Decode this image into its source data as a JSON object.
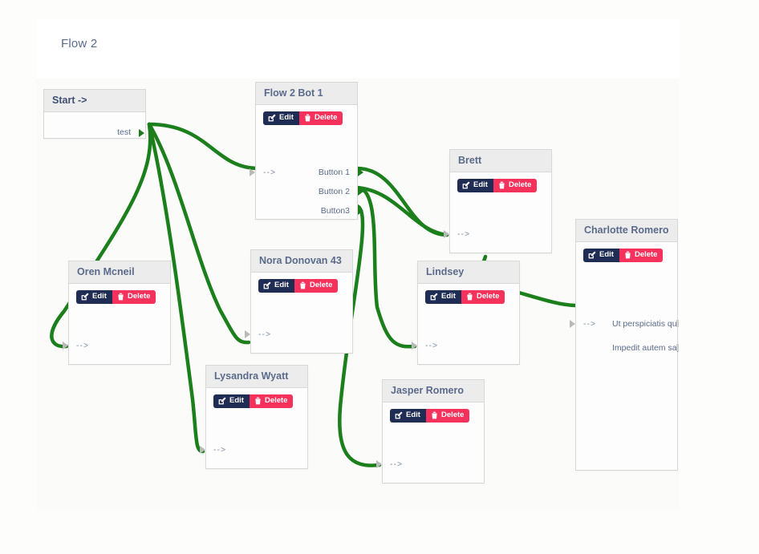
{
  "header": {
    "flow_title": "Flow 2"
  },
  "theme": {
    "edge_color": "#1b7f1b",
    "edit_button_bg": "#1f2d54",
    "delete_button_bg": "#f5325c",
    "node_header_bg": "#ececec",
    "node_title_color": "#5a6b8c",
    "canvas_bg": "#fbfbf9"
  },
  "labels": {
    "edit": "Edit",
    "delete": "Delete",
    "input_arrow": "-->"
  },
  "nodes": [
    {
      "id": "start",
      "title": "Start ->",
      "has_actions": false,
      "inputs": [],
      "outputs": [
        "test"
      ]
    },
    {
      "id": "flow-2-bot-1",
      "title": "Flow 2 Bot 1",
      "has_actions": true,
      "inputs": [
        "-->"
      ],
      "outputs": [
        "Button 1",
        "Button 2",
        "Button3"
      ]
    },
    {
      "id": "oren-mcneil",
      "title": "Oren Mcneil",
      "has_actions": true,
      "inputs": [
        "-->"
      ],
      "outputs": []
    },
    {
      "id": "nora-donovan-43",
      "title": "Nora Donovan 43",
      "has_actions": true,
      "inputs": [
        "-->"
      ],
      "outputs": []
    },
    {
      "id": "lysandra-wyatt",
      "title": "Lysandra Wyatt",
      "has_actions": true,
      "inputs": [
        "-->"
      ],
      "outputs": []
    },
    {
      "id": "jasper-romero",
      "title": "Jasper Romero",
      "has_actions": true,
      "inputs": [
        "-->"
      ],
      "outputs": []
    },
    {
      "id": "lindsey",
      "title": "Lindsey",
      "has_actions": true,
      "inputs": [
        "-->"
      ],
      "outputs": []
    },
    {
      "id": "brett",
      "title": "Brett",
      "has_actions": true,
      "inputs": [
        "-->"
      ],
      "outputs": []
    },
    {
      "id": "charlotte-romero",
      "title": "Charlotte Romero",
      "has_actions": true,
      "inputs": [
        "-->"
      ],
      "outputs": [
        "Ut perspiciatis qua",
        "Impedit autem sapie"
      ]
    }
  ]
}
